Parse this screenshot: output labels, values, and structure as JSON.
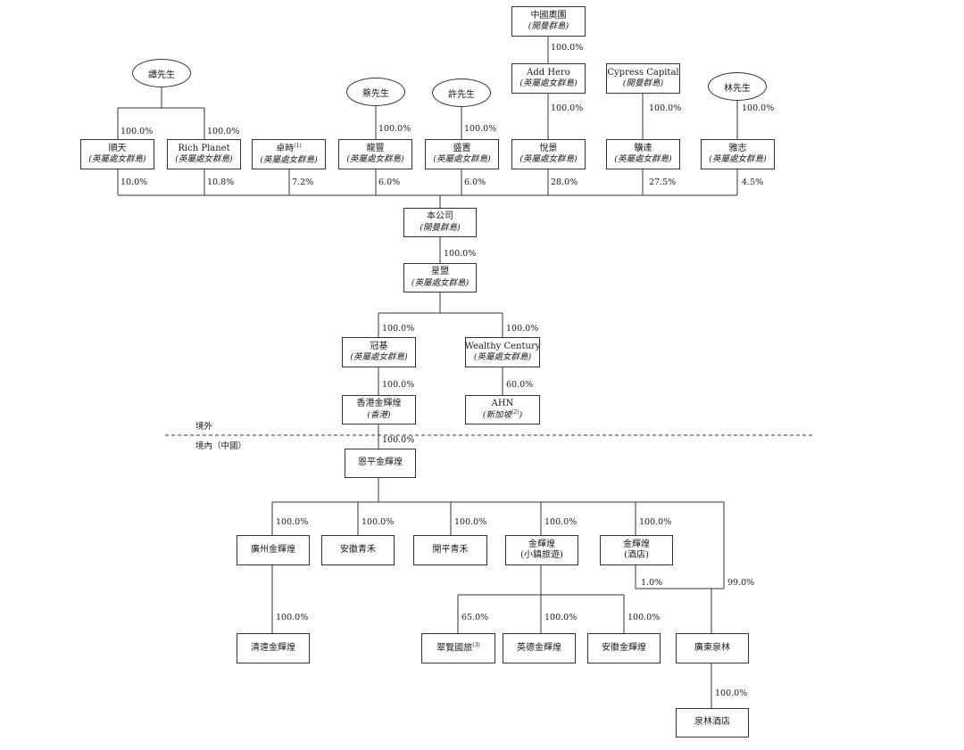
{
  "entities": {
    "china_ao": {
      "name": "中國奧園",
      "jur": "(開曼群島)"
    },
    "add_hero": {
      "name": "Add Hero",
      "jur": "(英屬處女群島)"
    },
    "cypress": {
      "name": "Cypress Capital",
      "jur": "(開曼群島)"
    },
    "shuntian": {
      "name": "順天",
      "jur": "(英屬處女群島)"
    },
    "rich_planet": {
      "name": "Rich Planet",
      "jur": "(英屬處女群島)"
    },
    "zhuoshi": {
      "name": "卓時",
      "sup": "(1)",
      "jur": "(英屬處女群島)"
    },
    "longfeng": {
      "name": "龍豐",
      "jur": "(英屬處女群島)"
    },
    "shengzhi": {
      "name": "盛置",
      "jur": "(英屬處女群島)"
    },
    "yuejing": {
      "name": "悅景",
      "jur": "(英屬處女群島)"
    },
    "jida": {
      "name": "驥達",
      "jur": "(英屬處女群島)"
    },
    "yazhi": {
      "name": "雅志",
      "jur": "(英屬處女群島)"
    },
    "company": {
      "name": "本公司",
      "jur": "(開曼群島)"
    },
    "xingmeng": {
      "name": "星盟",
      "jur": "(英屬處女群島)"
    },
    "guanji": {
      "name": "冠基",
      "jur": "(英屬處女群島)"
    },
    "wealthy": {
      "name": "Wealthy Century",
      "jur": "(英屬處女群島)"
    },
    "hk_jhh": {
      "name": "香港金輝煌",
      "jur": "(香港)"
    },
    "ahn": {
      "name": "AHN",
      "jur": "(新加坡",
      "jur_sup": "(2)",
      "jur_close": ")"
    },
    "enping": {
      "name": "恩平金輝煌"
    },
    "guangzhou": {
      "name": "廣州金輝煌"
    },
    "anhui_qh": {
      "name": "安徽青禾"
    },
    "kaiping": {
      "name": "開平青禾"
    },
    "jhh_town": {
      "name": "金輝煌",
      "sub": "(小鎮旅遊)"
    },
    "jhh_hotel": {
      "name": "金輝煌",
      "sub": "(酒店)"
    },
    "qingyuan": {
      "name": "清遠金輝煌"
    },
    "cuilan": {
      "name": "翠覽國旅",
      "sup": "(3)"
    },
    "yingde": {
      "name": "英德金輝煌"
    },
    "anhui_jhh": {
      "name": "安徽金輝煌"
    },
    "guangdong_ql": {
      "name": "廣東泉林"
    },
    "quanlin_hotel": {
      "name": "泉林酒店"
    }
  },
  "persons": {
    "tan": "譚先生",
    "cai": "蔡先生",
    "xu": "許先生",
    "lin": "林先生"
  },
  "percentages": {
    "china_ao_add_hero": "100.0%",
    "tan_shuntian": "100.0%",
    "tan_rich": "100.0%",
    "cai_longfeng": "100.0%",
    "xu_shengzhi": "100.0%",
    "add_hero_yuejing": "100.0%",
    "cypress_jida": "100.0%",
    "lin_yazhi": "100.0%",
    "shuntian_co": "10.0%",
    "rich_co": "10.8%",
    "zhuoshi_co": "7.2%",
    "longfeng_co": "6.0%",
    "shengzhi_co": "6.0%",
    "yuejing_co": "28.0%",
    "jida_co": "27.5%",
    "yazhi_co": "4.5%",
    "co_xingmeng": "100.0%",
    "xm_guanji": "100.0%",
    "xm_wealthy": "100.0%",
    "guanji_hk": "100.0%",
    "wealthy_ahn": "60.0%",
    "hk_enping": "100.0%",
    "ep_guangzhou": "100.0%",
    "ep_anhui": "100.0%",
    "ep_kaiping": "100.0%",
    "ep_town": "100.0%",
    "ep_hotel": "100.0%",
    "gz_qingyuan": "100.0%",
    "town_cuilan": "65.0%",
    "town_yingde": "100.0%",
    "town_anhui": "100.0%",
    "hotel_gdql": "1.0%",
    "ep_gdql": "99.0%",
    "gdql_hotel": "100.0%"
  },
  "zones": {
    "offshore": "境外",
    "onshore": "境內（中國）"
  }
}
